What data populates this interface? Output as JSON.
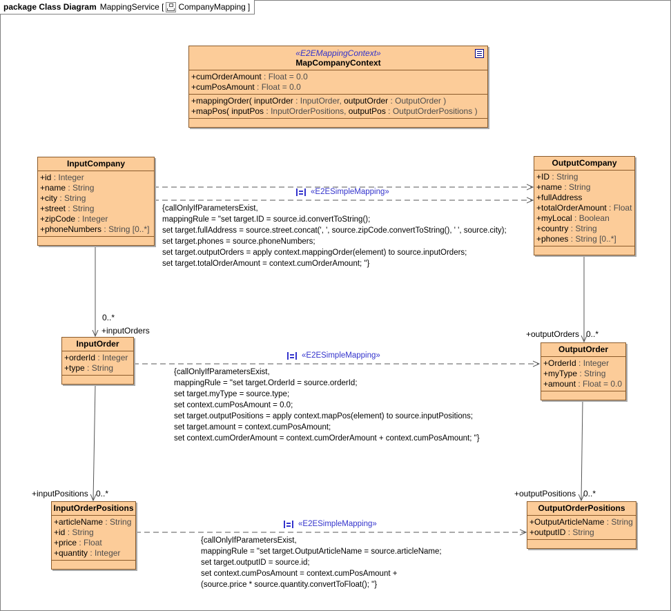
{
  "header": {
    "kind": "package Class Diagram",
    "name": "MappingService [",
    "diagram": "CompanyMapping",
    "close": "]"
  },
  "context": {
    "stereotype": "«E2EMappingContext»",
    "name": "MapCompanyContext",
    "attributes": [
      {
        "name": "+cumOrderAmount",
        "type": " : Float = 0.0"
      },
      {
        "name": "+cumPosAmount",
        "type": " : Float = 0.0"
      }
    ],
    "operations": [
      {
        "pre": "+mappingOrder( ",
        "p1": "inputOrder",
        "t1": " : InputOrder, ",
        "p2": "outputOrder",
        "t2": " : OutputOrder )"
      },
      {
        "pre": "+mapPos( ",
        "p1": "inputPos",
        "t1": " : InputOrderPositions, ",
        "p2": "outputPos",
        "t2": " : OutputOrderPositions )"
      }
    ]
  },
  "inputCompany": {
    "name": "InputCompany",
    "attributes": [
      {
        "name": "+id",
        "type": " : Integer"
      },
      {
        "name": "+name",
        "type": " : String"
      },
      {
        "name": "+city",
        "type": " : String"
      },
      {
        "name": "+street",
        "type": " : String"
      },
      {
        "name": "+zipCode",
        "type": " : Integer"
      },
      {
        "name": "+phoneNumbers",
        "type": " : String [0..*]"
      }
    ]
  },
  "outputCompany": {
    "name": "OutputCompany",
    "attributes": [
      {
        "name": "+ID",
        "type": " : String"
      },
      {
        "name": "+name",
        "type": " : String"
      },
      {
        "name": "+fullAddress",
        "type": ""
      },
      {
        "name": "+totalOrderAmount",
        "type": " : Float"
      },
      {
        "name": "+myLocal",
        "type": " : Boolean"
      },
      {
        "name": "+country",
        "type": " : String"
      },
      {
        "name": "+phones",
        "type": " : String [0..*]"
      }
    ]
  },
  "inputOrder": {
    "name": "InputOrder",
    "attributes": [
      {
        "name": "+orderId",
        "type": " : Integer"
      },
      {
        "name": "+type",
        "type": " : String"
      }
    ]
  },
  "outputOrder": {
    "name": "OutputOrder",
    "attributes": [
      {
        "name": "+OrderId",
        "type": " : Integer"
      },
      {
        "name": "+myType",
        "type": " : String"
      },
      {
        "name": "+amount",
        "type": " : Float = 0.0"
      }
    ]
  },
  "inputPositions": {
    "name": "InputOrderPositions",
    "attributes": [
      {
        "name": "+articleName",
        "type": " : String"
      },
      {
        "name": "+id",
        "type": " : String"
      },
      {
        "name": "+price",
        "type": " : Float"
      },
      {
        "name": "+quantity",
        "type": " : Integer"
      }
    ]
  },
  "outputPositions": {
    "name": "OutputOrderPositions",
    "attributes": [
      {
        "name": "+OutputArticleName",
        "type": " : String"
      },
      {
        "name": "+outputID",
        "type": " : String"
      }
    ]
  },
  "mappings": {
    "stereotype": "«E2ESimpleMapping»",
    "company": "{callOnlyIfParametersExist,\nmappingRule = \"set target.ID = source.id.convertToString();\nset target.fullAddress = source.street.concat(', ', source.zipCode.convertToString(), ' ', source.city);\nset target.phones = source.phoneNumbers;\nset target.outputOrders = apply context.mappingOrder(element) to source.inputOrders;\nset target.totalOrderAmount = context.cumOrderAmount; \"}",
    "order": "{callOnlyIfParametersExist,\nmappingRule = \"set target.OrderId = source.orderId;\nset target.myType = source.type;\nset context.cumPosAmount = 0.0;\nset target.outputPositions = apply context.mapPos(element) to source.inputPositions;\nset target.amount = context.cumPosAmount;\nset context.cumOrderAmount = context.cumOrderAmount + context.cumPosAmount; \"}",
    "positions": "{callOnlyIfParametersExist,\nmappingRule = \"set target.OutputArticleName = source.articleName;\nset target.outputID = source.id;\nset context.cumPosAmount = context.cumPosAmount +\n(source.price * source.quantity.convertToFloat(); \"}"
  },
  "roles": {
    "inputOrdersMult": "0..*",
    "inputOrdersRole": "+inputOrders",
    "outputOrdersRole": "+outputOrders",
    "outputOrdersMult": "0..*",
    "inputPositionsRole": "+inputPositions",
    "inputPositionsMult": "0..*",
    "outputPositionsRole": "+outputPositions",
    "outputPositionsMult": "0..*"
  }
}
